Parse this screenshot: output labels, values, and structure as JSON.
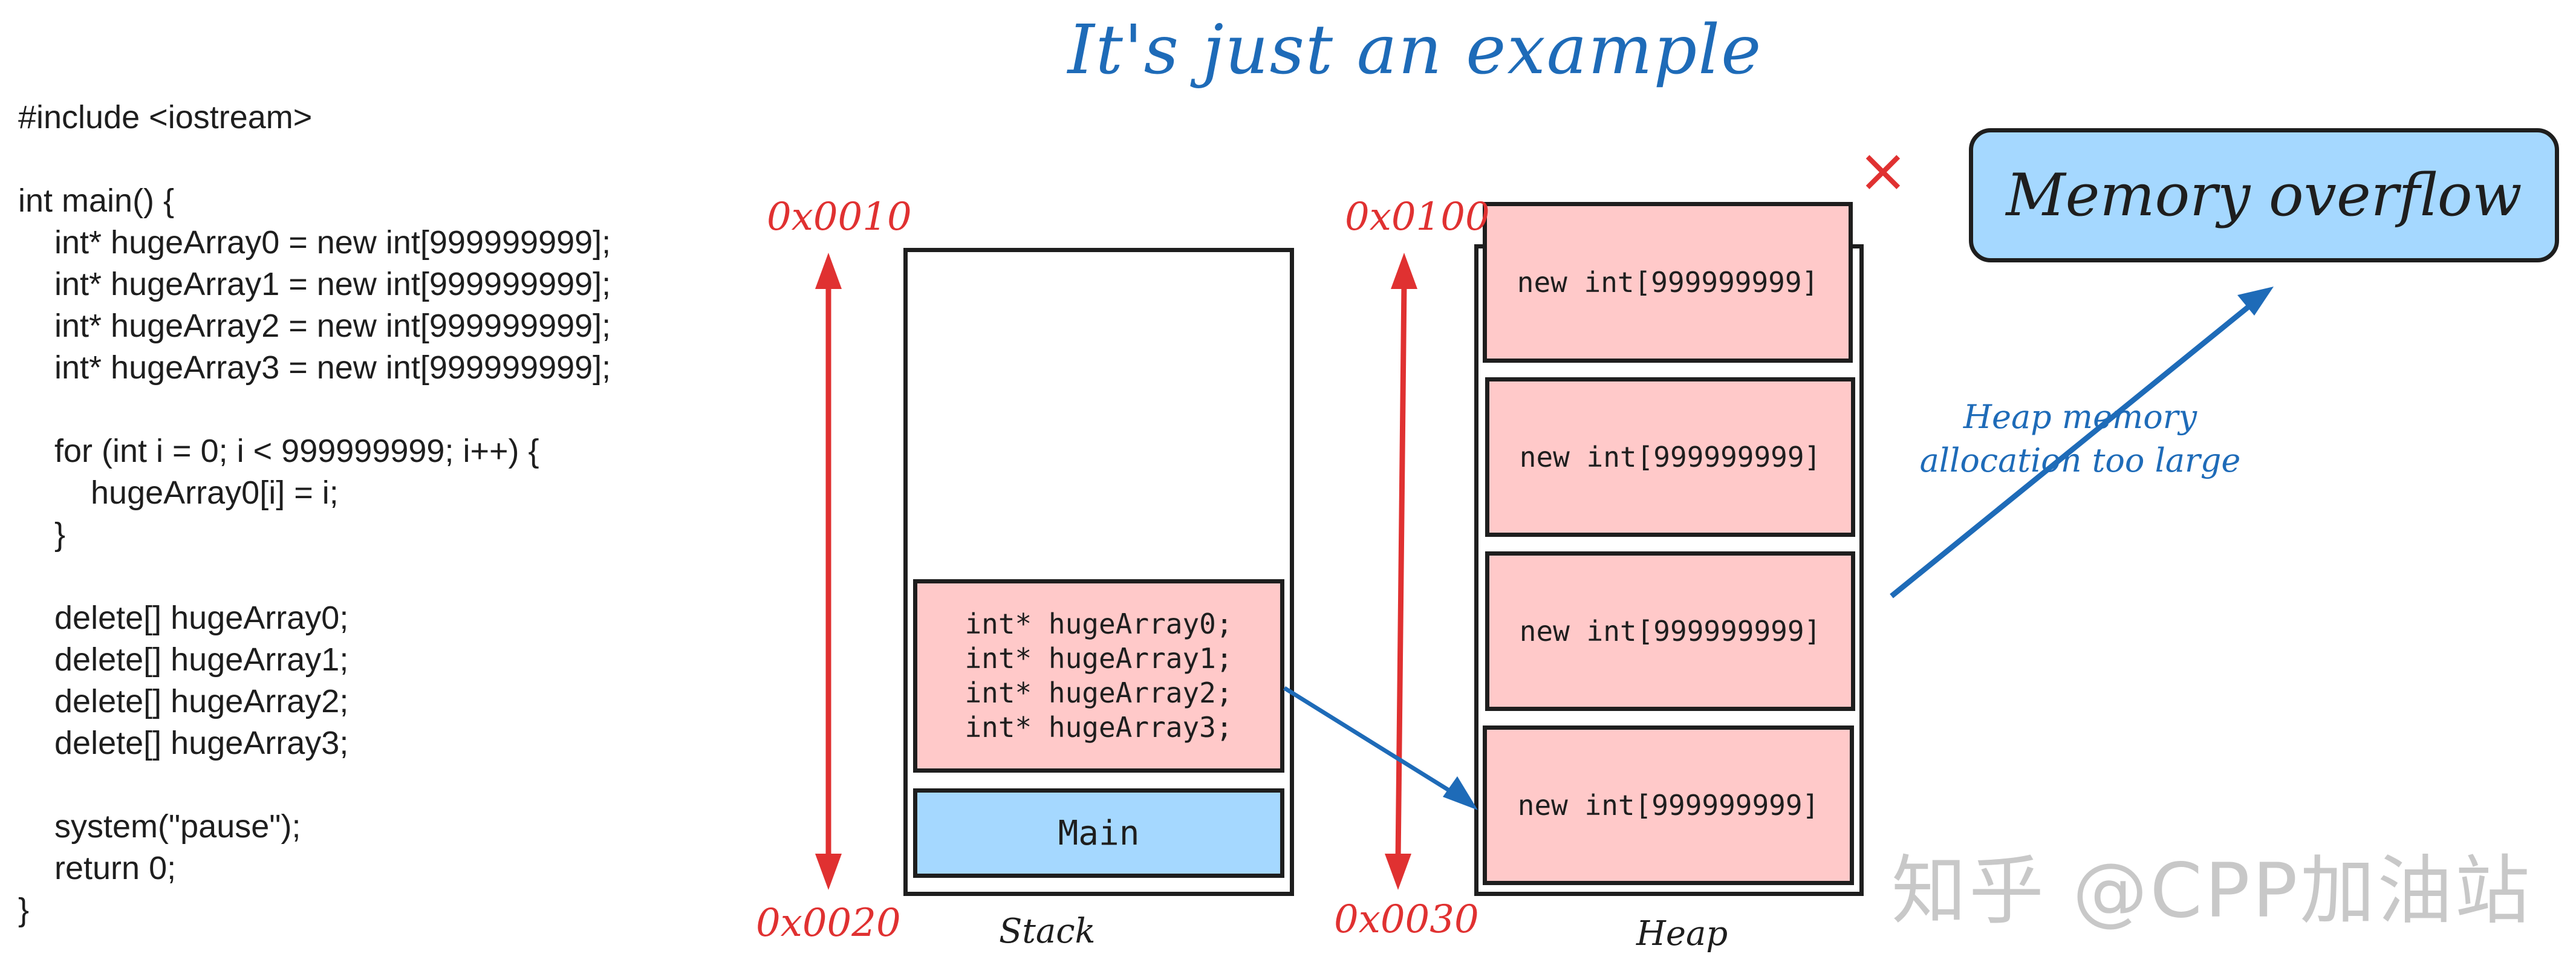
{
  "title": "It's just an example",
  "code": [
    "#include <iostream>",
    "",
    "int main() {",
    "    int* hugeArray0 = new int[999999999];",
    "    int* hugeArray1 = new int[999999999];",
    "    int* hugeArray2 = new int[999999999];",
    "    int* hugeArray3 = new int[999999999];",
    "",
    "    for (int i = 0; i < 999999999; i++) {",
    "        hugeArray0[i] = i;",
    "    }",
    "",
    "    delete[] hugeArray0;",
    "    delete[] hugeArray1;",
    "    delete[] hugeArray2;",
    "    delete[] hugeArray3;",
    "",
    "    system(\"pause\");",
    "    return 0;",
    "}"
  ],
  "stack": {
    "label": "Stack",
    "top_address": "0x0010",
    "bottom_address": "0x0020",
    "vars": [
      "int* hugeArray0;",
      "int* hugeArray1;",
      "int* hugeArray2;",
      "int* hugeArray3;"
    ],
    "main_label": "Main"
  },
  "heap": {
    "label": "Heap",
    "top_address": "0x0100",
    "bottom_address": "0x0030",
    "blocks": [
      "new int[999999999]",
      "new int[999999999]",
      "new int[999999999]",
      "new int[999999999]"
    ]
  },
  "overflow_label": "Memory overflow",
  "note": [
    "Heap memory",
    "allocation too large"
  ],
  "cross_mark": "×",
  "watermark": "知乎 @CPP加油站",
  "colors": {
    "red": "#e03131",
    "blue": "#1e6bb8",
    "pink_fill": "#ffc9c9",
    "blue_fill": "#a5d8ff",
    "stroke": "#1e1e1e"
  }
}
